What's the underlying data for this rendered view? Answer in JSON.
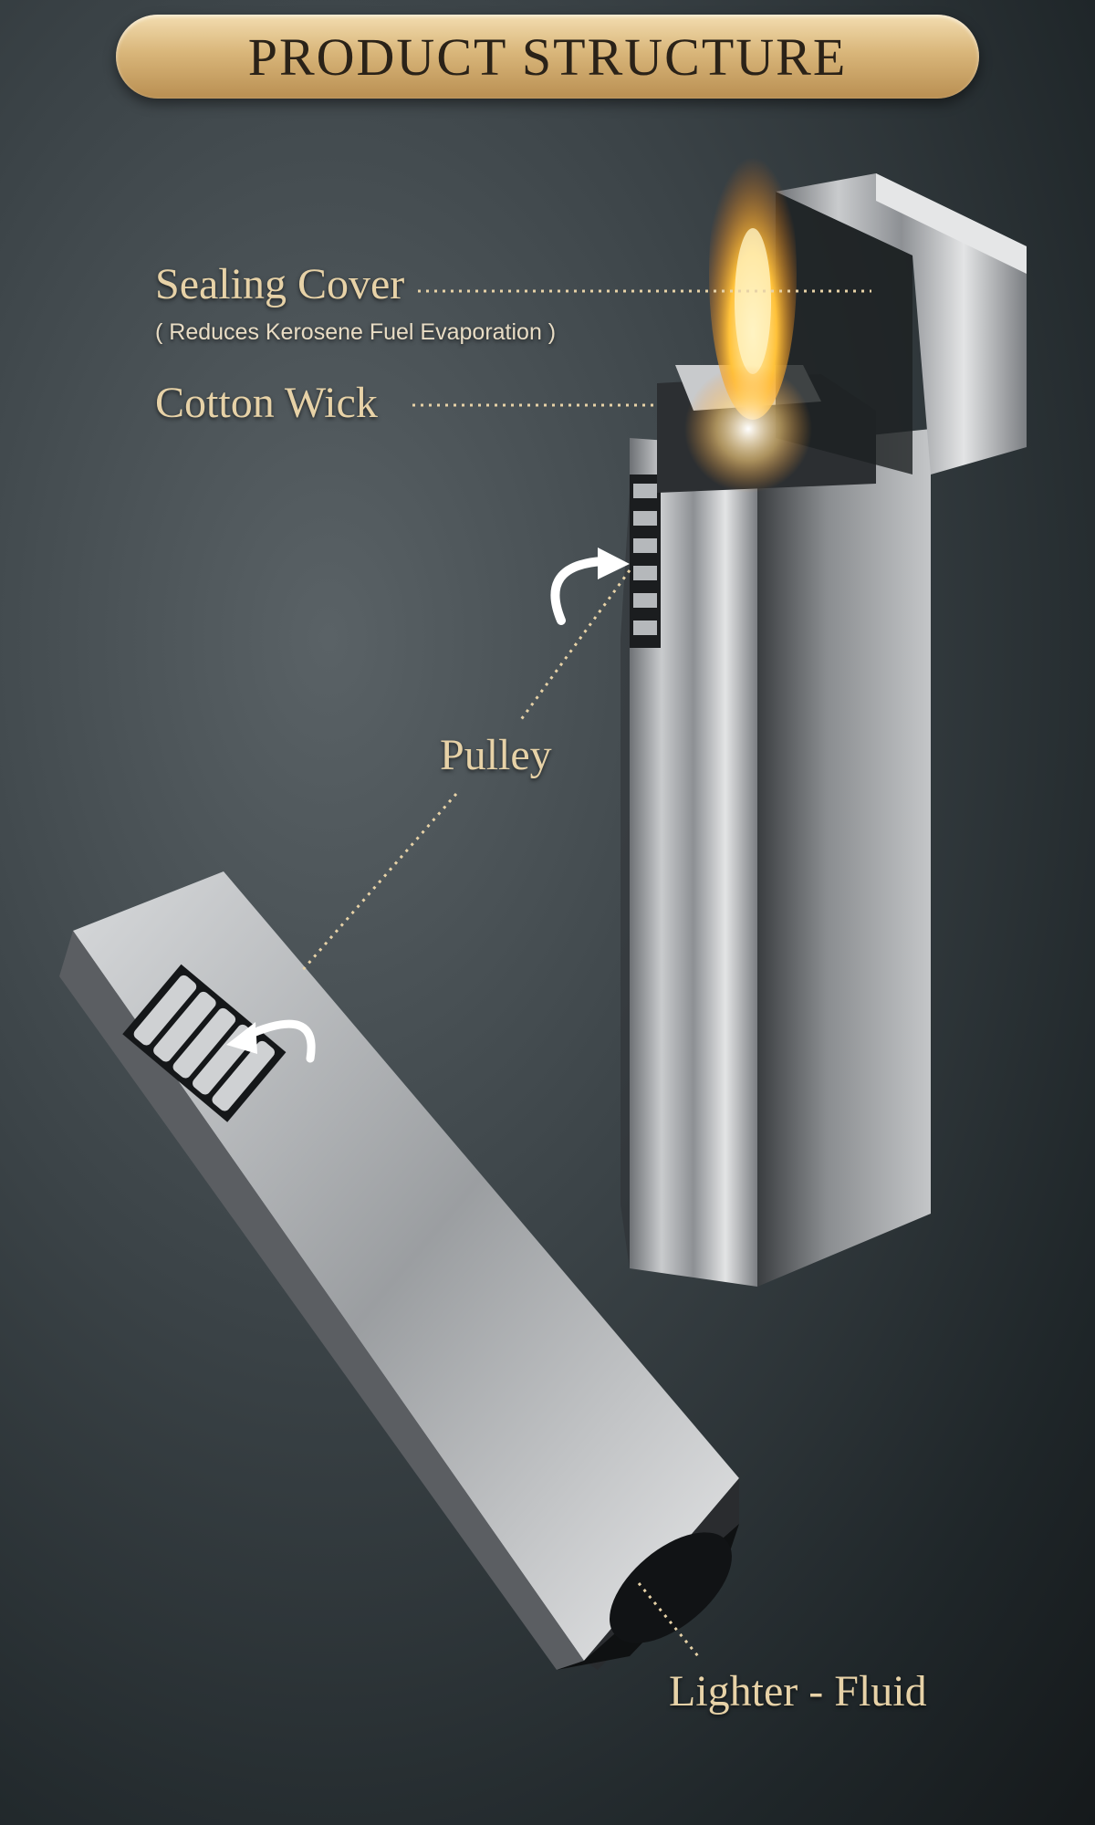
{
  "header": {
    "title": "PRODUCT STRUCTURE"
  },
  "callouts": {
    "sealing_cover": {
      "label": "Sealing Cover",
      "note": "( Reduces Kerosene Fuel Evaporation )"
    },
    "cotton_wick": {
      "label": "Cotton Wick"
    },
    "pulley": {
      "label": "Pulley"
    },
    "lighter_fluid": {
      "label": "Lighter - Fluid"
    }
  }
}
